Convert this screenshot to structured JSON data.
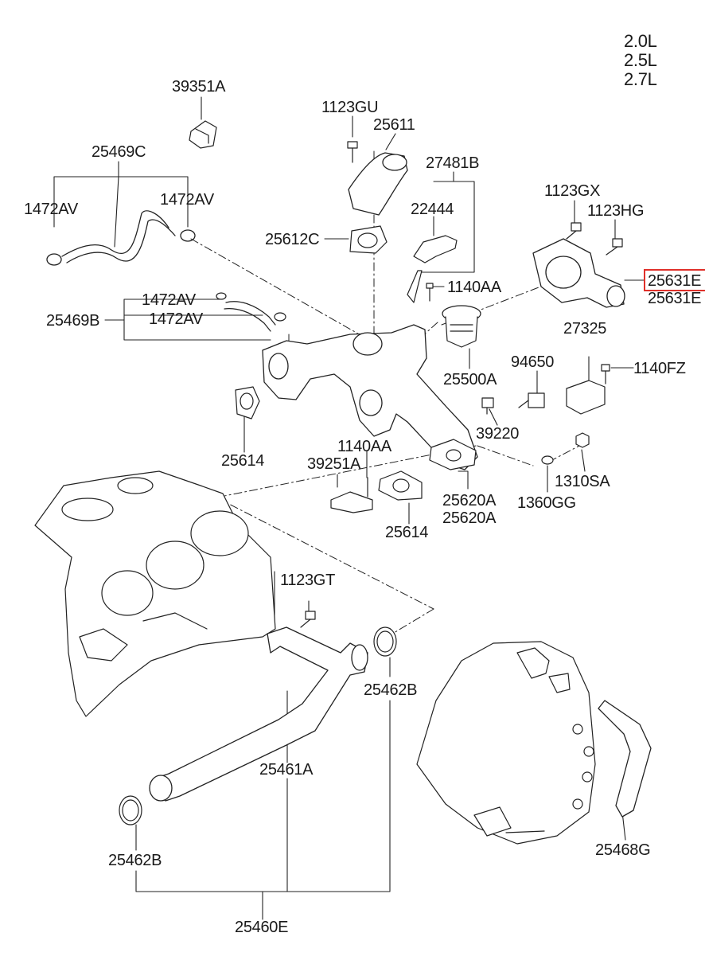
{
  "engine_sizes": [
    "2.0L",
    "2.5L",
    "2.7L"
  ],
  "highlight_color": "#e0302a",
  "parts": {
    "p39351A": "39351A",
    "p1123GU": "1123GU",
    "p25611": "25611",
    "p25469C": "25469C",
    "p27481B": "27481B",
    "p1472AV_left": "1472AV",
    "p1472AV_right": "1472AV",
    "p22444": "22444",
    "p1123GX": "1123GX",
    "p1123HG": "1123HG",
    "p25612C": "25612C",
    "p25631E_top": "25631E",
    "p25631E_bottom": "25631E",
    "p1140AA_top": "1140AA",
    "p1472AV_mid1": "1472AV",
    "p25469B": "25469B",
    "p1472AV_mid2": "1472AV",
    "p27325": "27325",
    "p94650": "94650",
    "p1140FZ": "1140FZ",
    "p25500A": "25500A",
    "p39220": "39220",
    "p1140AA_mid": "1140AA",
    "p39251A": "39251A",
    "p25614_left": "25614",
    "p1310SA": "1310SA",
    "p25620A_1": "25620A",
    "p25620A_2": "25620A",
    "p1360GG": "1360GG",
    "p25614_mid": "25614",
    "p1123GT": "1123GT",
    "p25462B_right": "25462B",
    "p25461A": "25461A",
    "p25468G": "25468G",
    "p25462B_left": "25462B",
    "p25460E": "25460E"
  }
}
